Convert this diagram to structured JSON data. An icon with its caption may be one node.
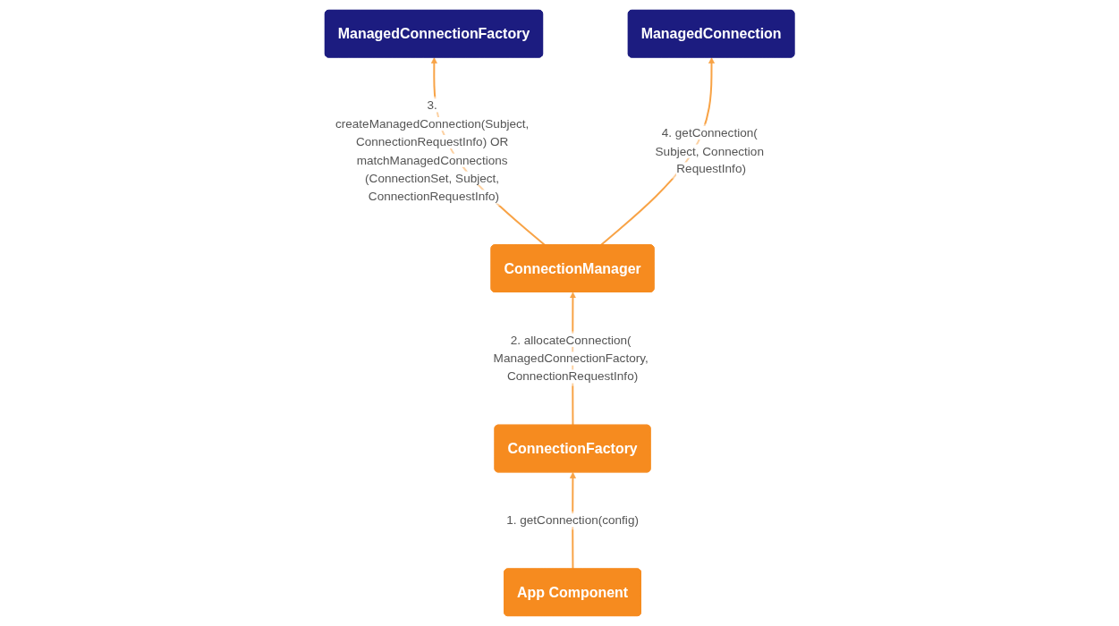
{
  "diagram": {
    "nodes": [
      {
        "text": [
          "ConnectionManager"
        ]
      },
      {
        "text": [
          "ManagedConnection"
        ]
      },
      {
        "text": [
          "ConnectionFactory"
        ]
      },
      {
        "text": [
          "App Component"
        ]
      },
      {
        "text": [
          "ManagedConnectionFactory"
        ]
      }
    ],
    "edges": [
      {
        "from": 3,
        "to": 2,
        "arrow": "to",
        "label": "1. getConnection(config)"
      },
      {
        "from": 2,
        "to": 0,
        "arrow": "to",
        "label": "2. allocateConnection( ManagedConnectionFactory, ConnectionRequestInfo)"
      },
      {
        "from": 0,
        "to": 4,
        "arrow": "to",
        "label": "3. createManagedConnection(Subject, ConnectionRequestInfo) OR matchManagedConnections (ConnectionSet, Subject, ConnectionRequestInfo)"
      },
      {
        "from": 0,
        "to": 1,
        "arrow": "to",
        "label": "4. getConnection( Subject, Connection RequestInfo)"
      }
    ]
  }
}
